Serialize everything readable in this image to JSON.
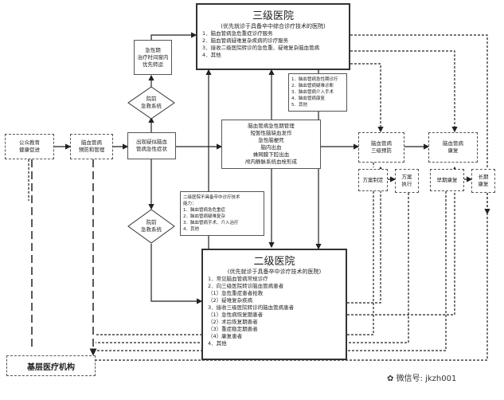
{
  "tertiary": {
    "title": "三级医院",
    "subtitle": "(优先就诊于具备卒中综合诊疗技术的医院)",
    "items": [
      "1．脑血管病急危重症诊疗服务",
      "2．脑血管病疑难复杂疾病的诊疗服务",
      "3．接收二级医院转诊的急危重、疑难复杂脑血管病",
      "4．其他"
    ]
  },
  "secondary": {
    "title": "二级医院",
    "subtitle": "(优先就诊于具备卒中诊疗技术的医院)",
    "items": [
      "1．常见脑血管病常规诊疗",
      "2．向三级医院转诊脑血管病患者",
      "（1）急危重症患者抢救",
      "（2）疑难复杂疾病",
      "3．接收三级医院转诊的脑血管病患者",
      "（1）急性病恢复期患者",
      "（2）术后恢复期患者",
      "（3）重症稳定期患者",
      "（4）康复患者",
      "4．其他"
    ]
  },
  "emergency_note": {
    "lines": [
      "急性期",
      "治疗时间窗内",
      "优先转运"
    ]
  },
  "green_channel_top": {
    "lines": [
      "院前",
      "急救系统"
    ]
  },
  "green_channel_bottom": {
    "lines": [
      "院前",
      "急救系统"
    ]
  },
  "public_education": {
    "lines": [
      "公众教育",
      "健康促进"
    ]
  },
  "prevention": {
    "lines": [
      "脑血管病",
      "预防和管理"
    ]
  },
  "symptoms": {
    "lines": [
      "出现疑似脑血",
      "管病急性症状"
    ]
  },
  "acute_conditions": {
    "lines": [
      "脑血管病急性期管理",
      "短暂性脑缺血发作",
      "急性脑梗死",
      "脑内出血",
      "蛛网膜下腔出血",
      "颅内静脉系统血栓形成"
    ]
  },
  "tertiary_tasks": {
    "lines": [
      "1．脑血管病急性期诊疗",
      "2．脑血管病疑难诊断",
      "3．脑血管病介入手术",
      "4．脑血管病康复",
      "5．其他"
    ]
  },
  "secondary_tasks": {
    "lines": [
      "二级医院不具备卒中诊疗技术",
      "能力：",
      "1．脑血管病急危重症",
      "2．脑血管病疑难复杂",
      "3．脑血管病手术、介入治疗",
      "4．其他"
    ]
  },
  "tertiary_prevention": {
    "lines": [
      "脑血管病",
      "三级预防"
    ]
  },
  "rehab": {
    "lines": [
      "脑血管病",
      "康复"
    ]
  },
  "plan": {
    "lines": [
      "方案制定"
    ]
  },
  "execute": {
    "lines": [
      "方案",
      "执行"
    ]
  },
  "early_rehab": {
    "lines": [
      "早期康复"
    ]
  },
  "long_rehab": {
    "lines": [
      "长期",
      "康复"
    ]
  },
  "primary_care": {
    "label": "基层医疗机构"
  },
  "watermark": {
    "label": "微信号: jkzh001"
  }
}
